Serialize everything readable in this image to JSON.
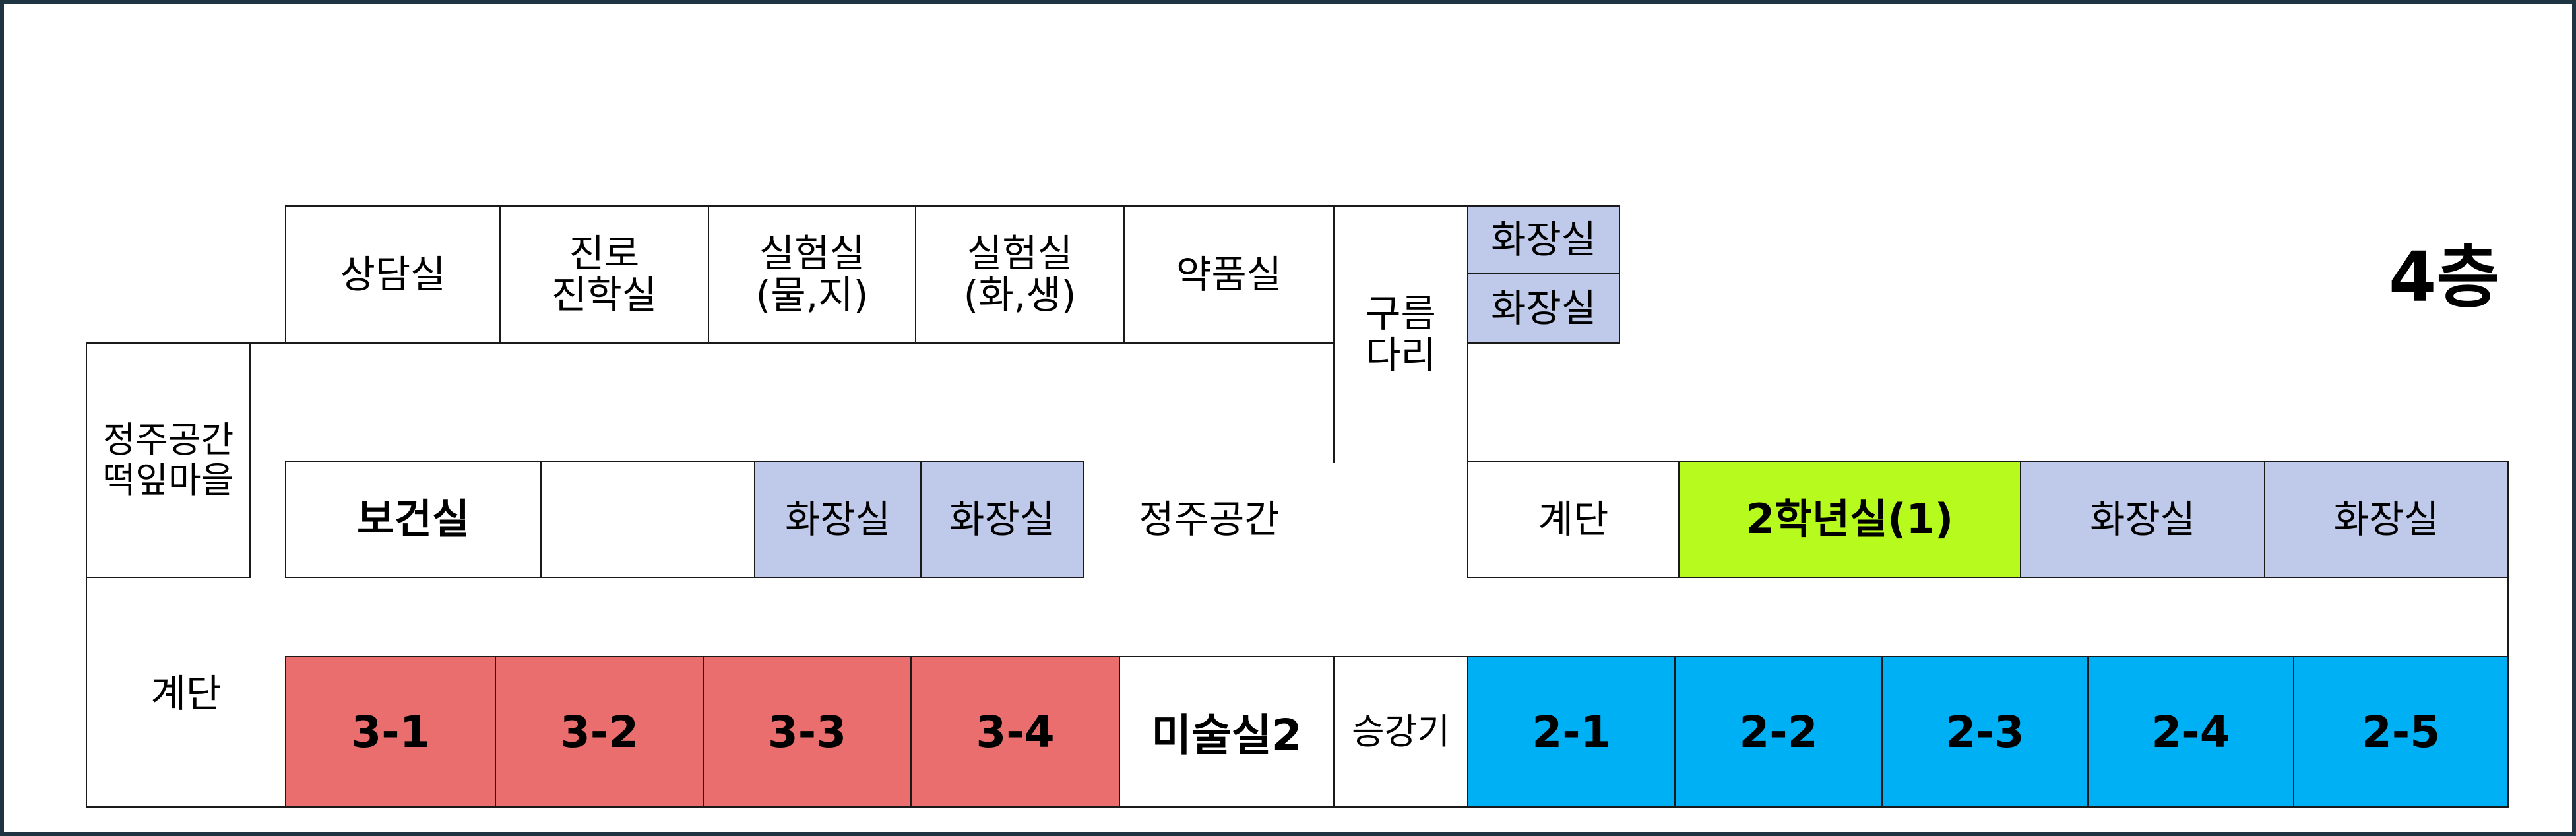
{
  "floor_label": "4층",
  "top_row": {
    "counseling": "상담실",
    "career": "진로\n진학실",
    "lab_physics": "실험실\n(물,지)",
    "lab_chem": "실험실\n(화,생)",
    "chem_storage": "약품실",
    "restroom_upper_1": "화장실",
    "restroom_upper_2": "화장실"
  },
  "bridge": "구름\n다리",
  "left_wing": {
    "lounge": "정주공간\n떡잎마을",
    "stairs": "계단"
  },
  "middle_row": {
    "health_room": "보건실",
    "blank_room": "",
    "restroom_1": "화장실",
    "restroom_2": "화장실",
    "lounge": "정주공간",
    "stairs": "계단",
    "grade2_room": "2학년실(1)",
    "restroom_3": "화장실",
    "restroom_4": "화장실"
  },
  "bottom_row": {
    "class_3_1": "3-1",
    "class_3_2": "3-2",
    "class_3_3": "3-3",
    "class_3_4": "3-4",
    "art_room": "미술실2",
    "elevator": "승강기",
    "class_2_1": "2-1",
    "class_2_2": "2-2",
    "class_2_3": "2-3",
    "class_2_4": "2-4",
    "class_2_5": "2-5"
  },
  "colors": {
    "restroom": "#bfc9ea",
    "grade3_class": "#ea6e6e",
    "grade2_class": "#00b0f4",
    "grade2_office": "#b7fa1d",
    "frame": "#1f3442"
  }
}
